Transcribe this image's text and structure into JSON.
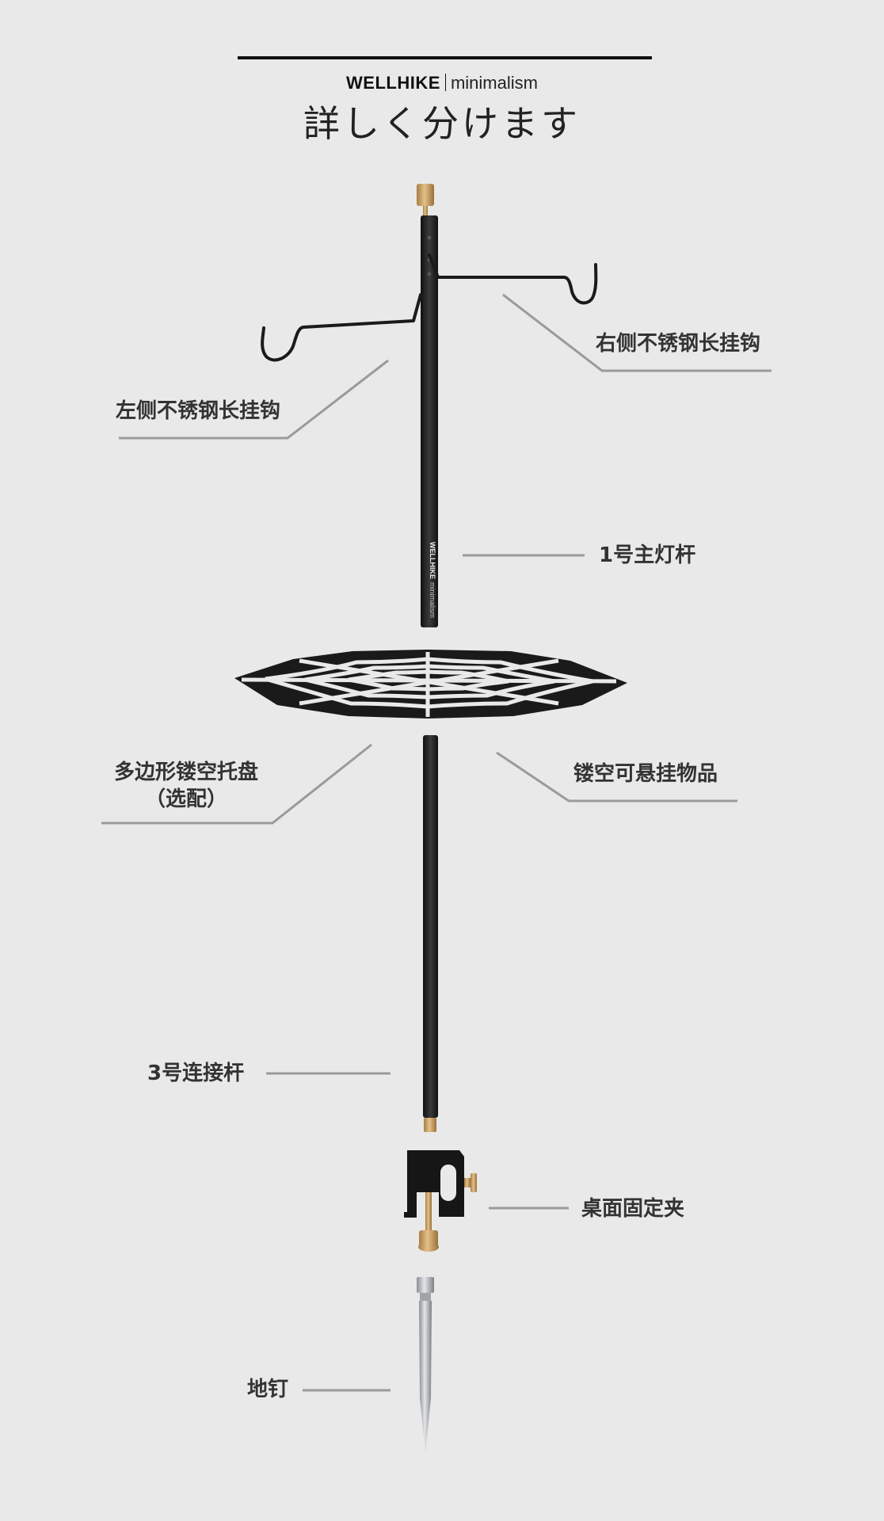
{
  "header": {
    "brand_name": "WELLHIKE",
    "brand_tagline": "minimalism",
    "subtitle": "詳しく分けます"
  },
  "parts": {
    "right_hook": "右侧不锈钢长挂钩",
    "left_hook": "左侧不锈钢长挂钩",
    "main_pole": "1号主灯杆",
    "tray_line1": "多边形镂空托盘",
    "tray_line2": "（选配）",
    "tray_hang": "镂空可悬挂物品",
    "connect_pole": "3号连接杆",
    "clamp": "桌面固定夹",
    "stake": "地钉"
  },
  "pole_print": {
    "brand": "WELLHIKE",
    "tagline": "minimalism"
  },
  "colors": {
    "background": "#e9e9e9",
    "pole": "#1c1c1c",
    "brass": "#c9a063",
    "leader_line": "#9a9a9a",
    "text": "#333333"
  }
}
